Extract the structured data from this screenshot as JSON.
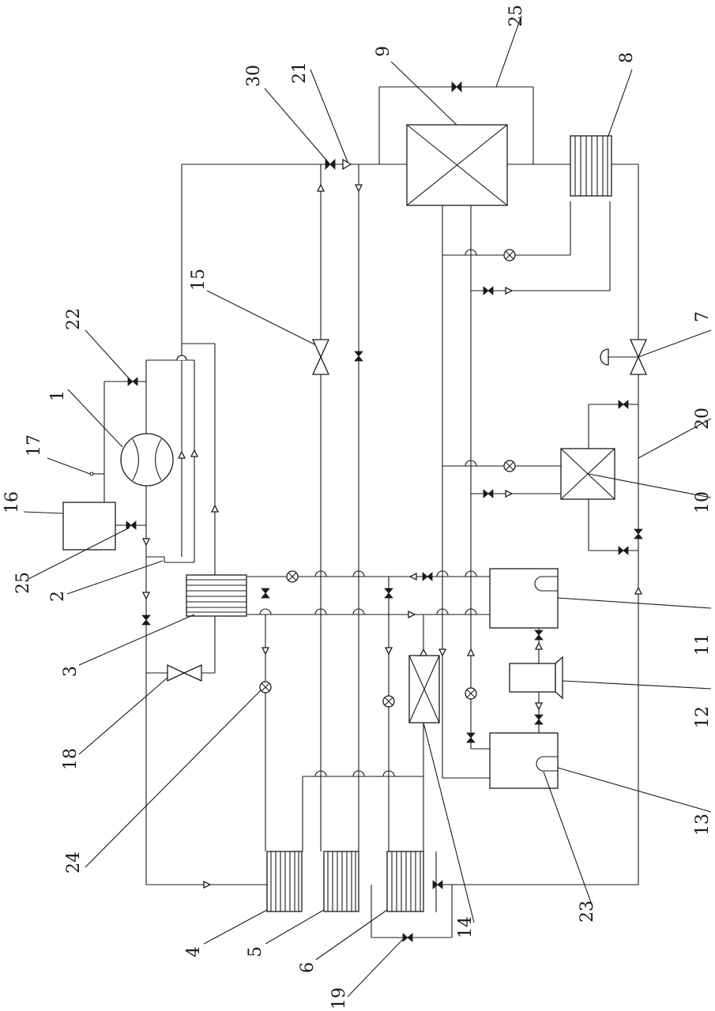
{
  "labels": {
    "l1": "1",
    "l2": "2",
    "l3": "3",
    "l4": "4",
    "l5": "5",
    "l6": "6",
    "l7": "7",
    "l8": "8",
    "l9": "9",
    "l10": "10",
    "l11": "11",
    "l12": "12",
    "l13": "13",
    "l14": "14",
    "l15": "15",
    "l16": "16",
    "l17": "17",
    "l18": "18",
    "l19": "19",
    "l20": "20",
    "l21": "21",
    "l22": "22",
    "l23": "23",
    "l24": "24",
    "l25a": "25",
    "l25b": "25",
    "l30": "30"
  }
}
